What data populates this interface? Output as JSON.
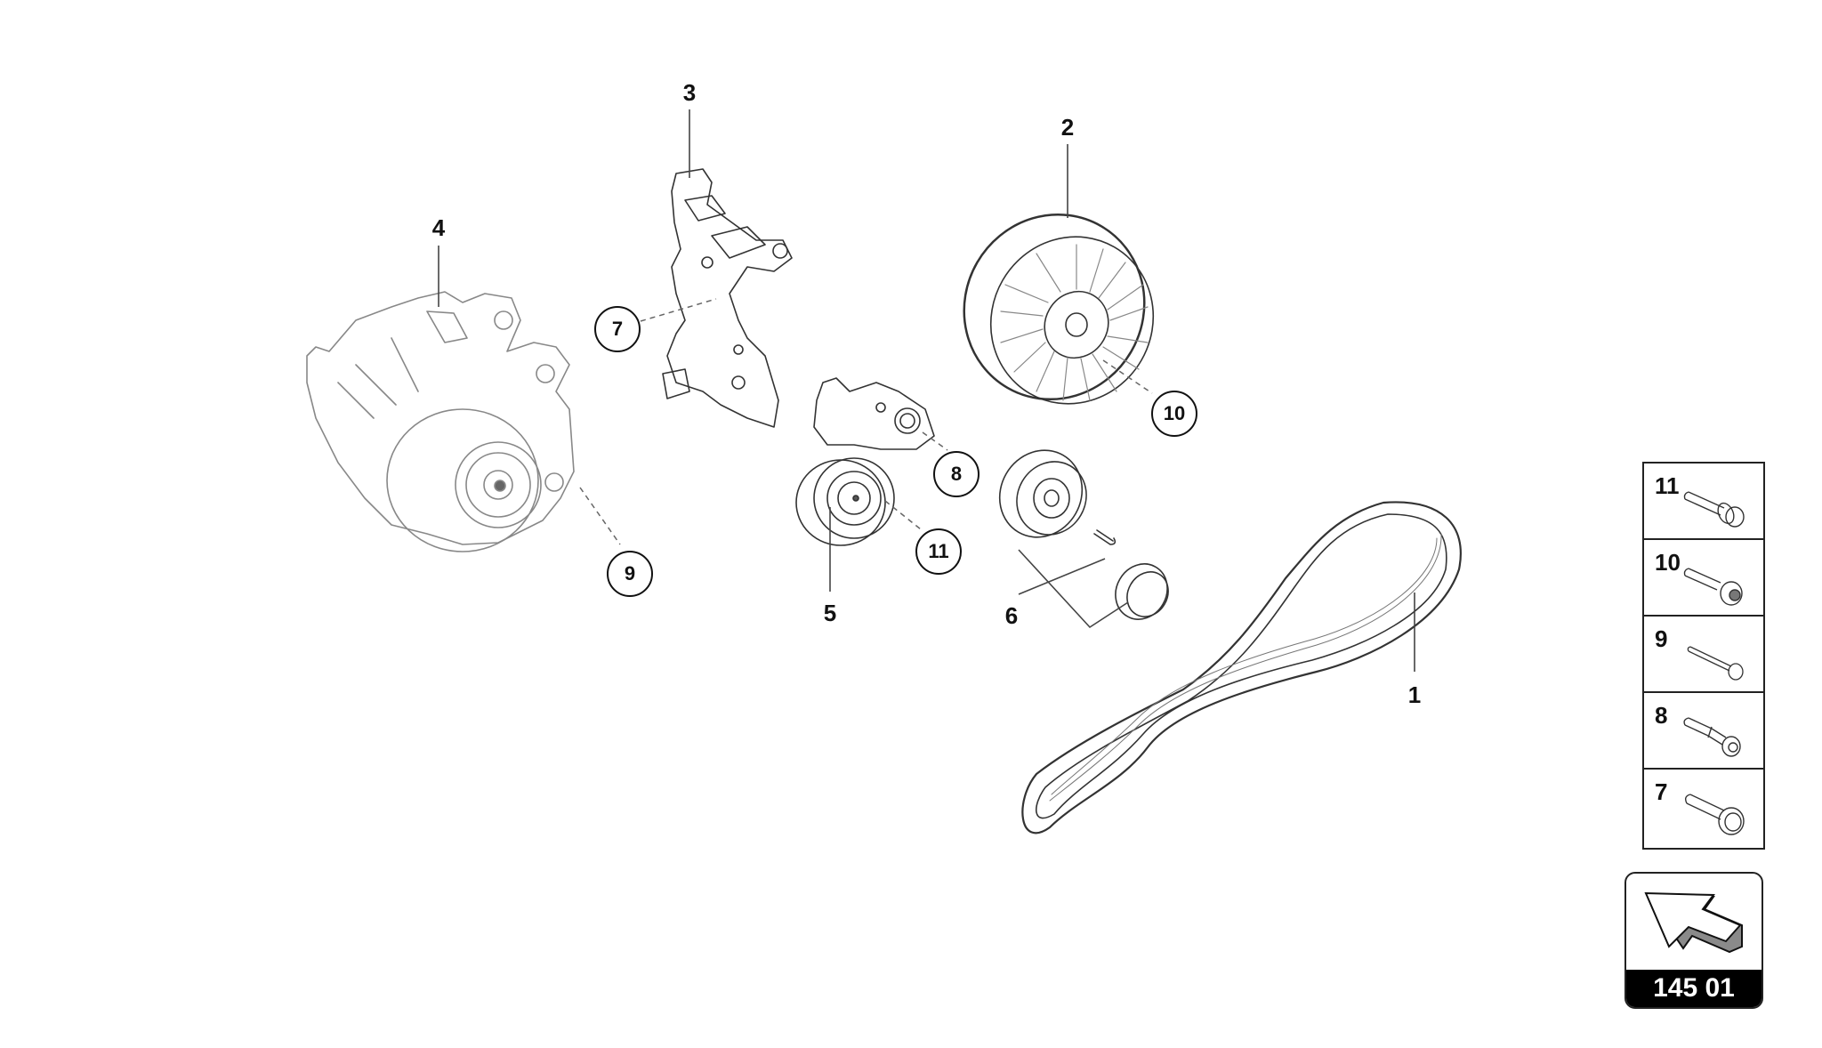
{
  "diagram": {
    "type": "exploded-parts-diagram",
    "subject": "Alternator and accessory belt drive assembly"
  },
  "parts": [
    {
      "id": "1",
      "label": "1",
      "name": "ribbed belt"
    },
    {
      "id": "2",
      "label": "2",
      "name": "belt pulley / vibration damper"
    },
    {
      "id": "3",
      "label": "3",
      "name": "alternator bracket"
    },
    {
      "id": "4",
      "label": "4",
      "name": "alternator"
    },
    {
      "id": "5",
      "label": "5",
      "name": "belt tensioner"
    },
    {
      "id": "6",
      "label": "6",
      "name": "idler pulley with bolt and cap"
    }
  ],
  "callouts": [
    {
      "id": "7",
      "label": "7"
    },
    {
      "id": "8",
      "label": "8"
    },
    {
      "id": "9",
      "label": "9"
    },
    {
      "id": "10",
      "label": "10"
    },
    {
      "id": "11",
      "label": "11"
    }
  ],
  "legend": {
    "rows": [
      {
        "label": "11",
        "icon": "flange-hex-bolt-icon"
      },
      {
        "label": "10",
        "icon": "socket-head-bolt-icon"
      },
      {
        "label": "9",
        "icon": "long-hex-bolt-icon"
      },
      {
        "label": "8",
        "icon": "stepped-socket-bolt-icon"
      },
      {
        "label": "7",
        "icon": "collar-socket-bolt-icon"
      }
    ]
  },
  "navigation": {
    "icon": "arrow-up-left-icon",
    "code": "145 01"
  },
  "colors": {
    "line": "#222222",
    "light_line": "#9a9a9a",
    "nav_bg": "#000000",
    "nav_text": "#ffffff",
    "arrow_shade": "#8a8a8a"
  }
}
